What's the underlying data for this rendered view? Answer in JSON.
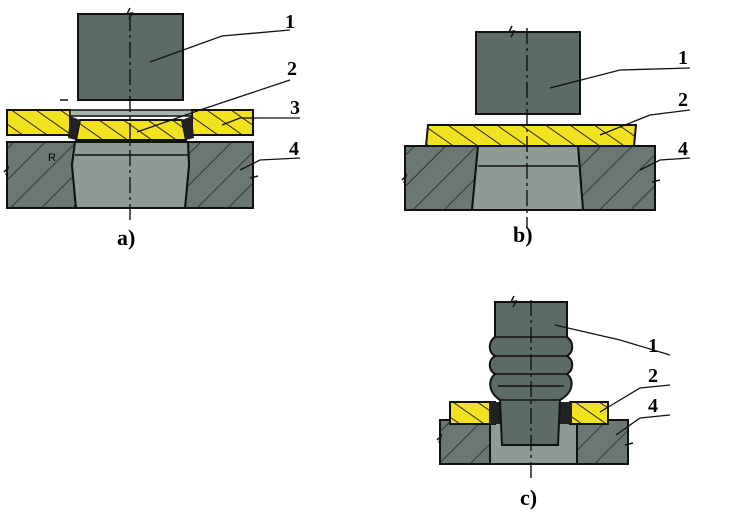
{
  "figure": {
    "panels": [
      {
        "caption": "a)",
        "labels": [
          "1",
          "2",
          "3",
          "4"
        ],
        "annotations": [
          "R"
        ]
      },
      {
        "caption": "b)",
        "labels": [
          "1",
          "2",
          "4"
        ]
      },
      {
        "caption": "c)",
        "labels": [
          "1",
          "2",
          "4"
        ]
      }
    ]
  },
  "colors": {
    "tool": "#5d6b68",
    "die": "#6a7775",
    "opening": "#8e9a98",
    "sheet": "#f2e11e"
  }
}
